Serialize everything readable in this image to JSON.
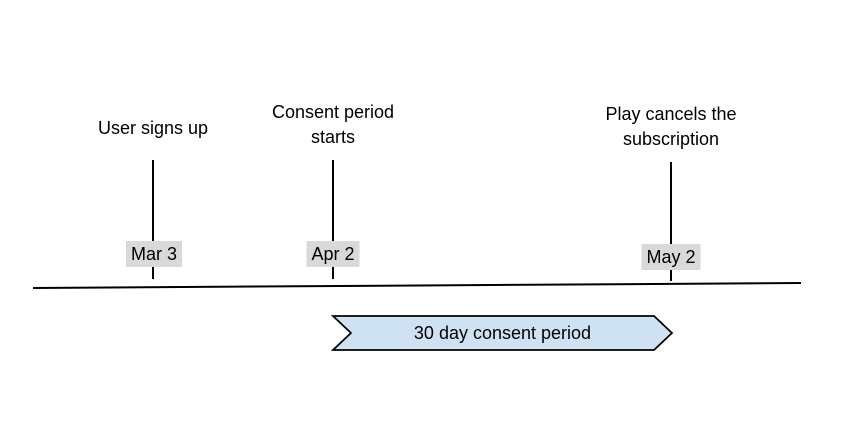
{
  "colors": {
    "canvas-bg": "#ffffff",
    "line-color": "#000000",
    "text-color": "#000000",
    "date-label-bg": "#d9d9d9",
    "banner-fill": "#cfe2f3",
    "banner-border": "#000000"
  },
  "timeline": {
    "events": [
      {
        "label": "User signs up",
        "date": "Mar 3"
      },
      {
        "label": "Consent period\nstarts",
        "date": "Apr 2"
      },
      {
        "label": "Play cancels the\nsubscription",
        "date": "May 2"
      }
    ],
    "banner": {
      "label": "30 day consent period"
    }
  }
}
